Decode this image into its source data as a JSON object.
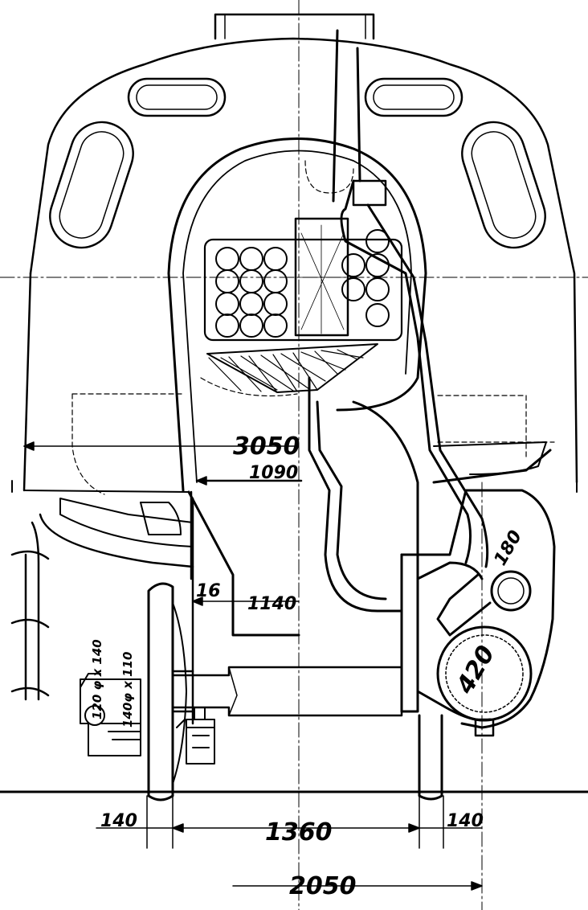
{
  "dimensions": {
    "width_3050": "3050",
    "width_1090": "1090",
    "width_1140": "1140",
    "gap_16": "16",
    "wheel_140_left": "140",
    "gauge_1360": "1360",
    "wheel_140_right": "140",
    "half_2050": "2050",
    "axlebox_120_140": "120 φ x 140",
    "axlebox_140_110": "140φ x 110",
    "cylinder_420": "420",
    "valve_180": "180"
  },
  "colors": {
    "ink": "#000000",
    "paper": "#ffffff"
  }
}
